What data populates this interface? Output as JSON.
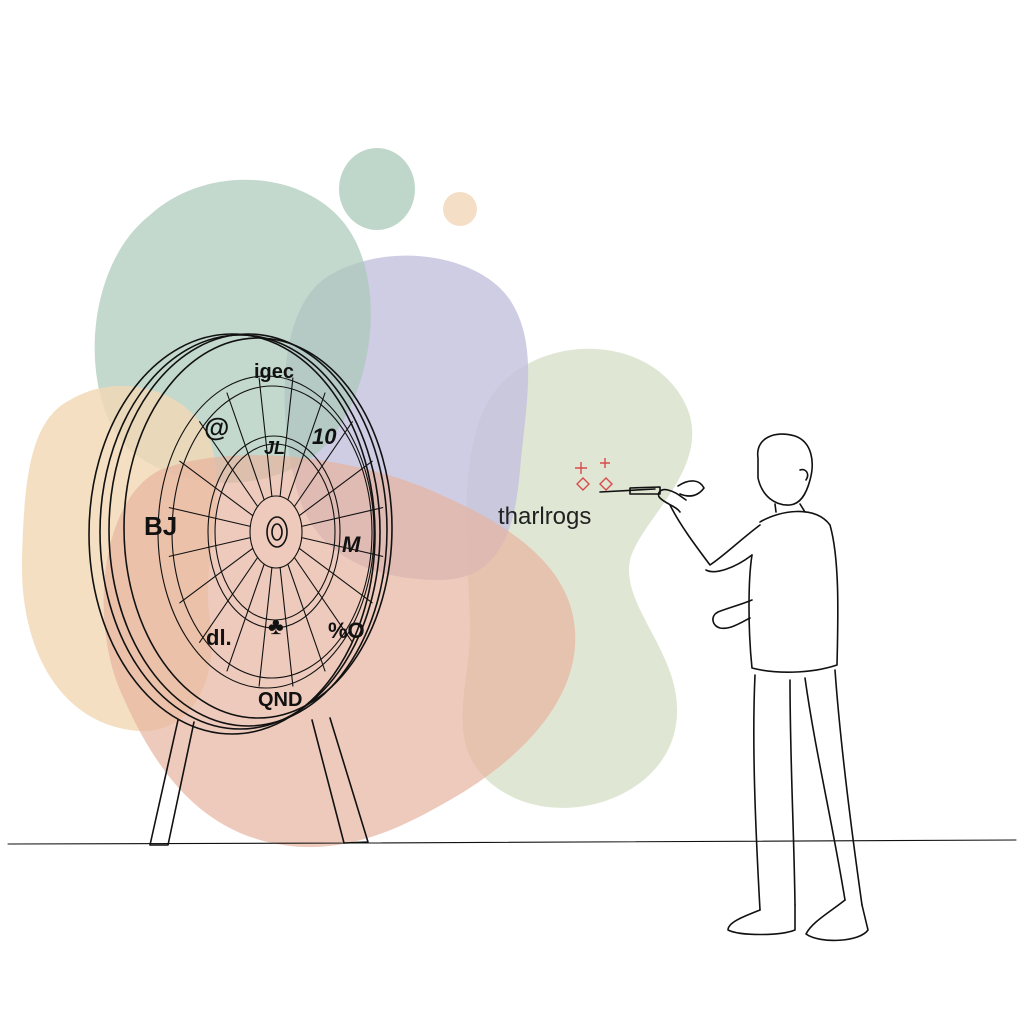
{
  "scene": {
    "description_free": true,
    "background_color": "#ffffff",
    "blob_colors": {
      "sage": "#a9c9b8",
      "lavender": "#c3c0dd",
      "peach": "#f2d7b4",
      "salmon": "#e7b49f",
      "pale_green": "#d9e3cc",
      "tiny_peach": "#f3dcc0"
    },
    "line_color": "#111111",
    "accent_color": "#d84a4a"
  },
  "dartboard": {
    "labels": {
      "top": "igec",
      "upper_left_icon": "@",
      "upper_mid": "JL",
      "upper_right": "10",
      "left": "BJ",
      "right": "M",
      "lower_left": "dl.",
      "lower_mid_icon": "♣",
      "lower_right": "%O",
      "bottom": "QND"
    }
  },
  "caption": {
    "text": "tharlrogs"
  }
}
